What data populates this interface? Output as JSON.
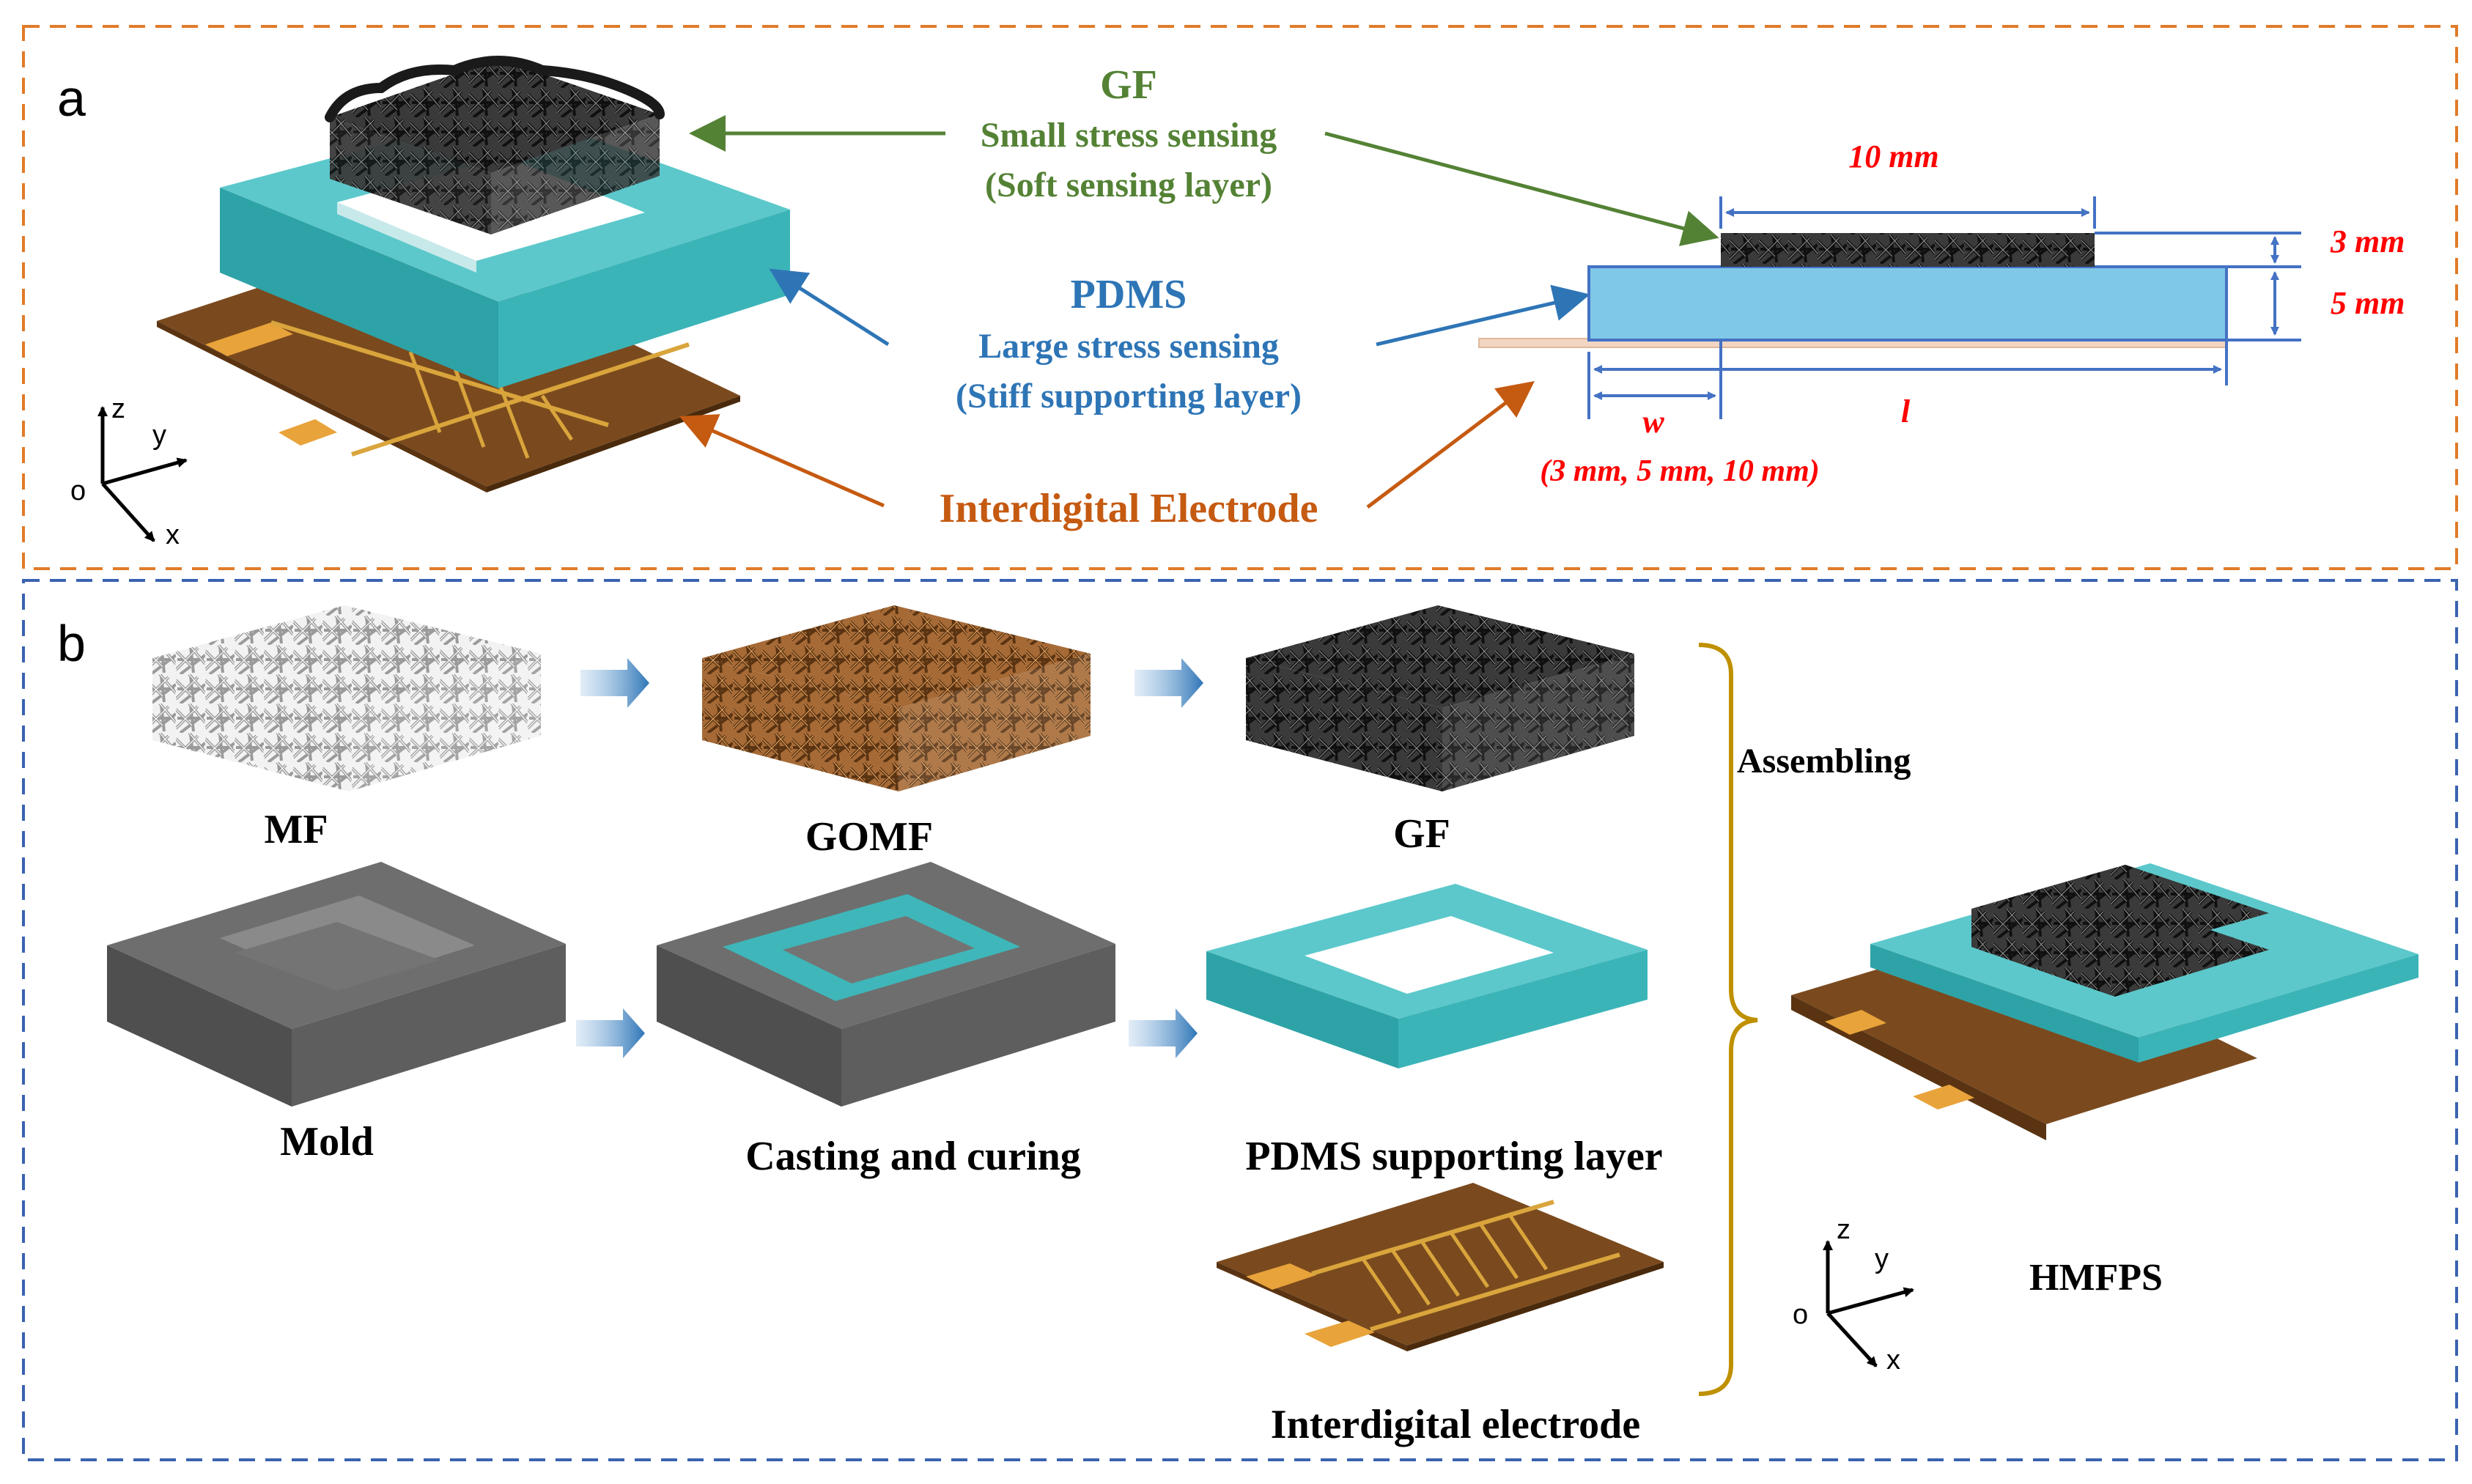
{
  "panel_a": {
    "letter": "a",
    "gf_title": "GF",
    "gf_line1": "Small stress sensing",
    "gf_line2": "(Soft sensing layer)",
    "pdms_title": "PDMS",
    "pdms_line1": "Large stress sensing",
    "pdms_line2": "(Stiff supporting layer)",
    "electrode_label": "Interdigital Electrode",
    "dim_top": "10 mm",
    "dim_gf": "3 mm",
    "dim_pdms": "5 mm",
    "dim_w": "w",
    "dim_l": "l",
    "dim_w_values": "(3 mm, 5 mm, 10 mm)",
    "axes": {
      "z": "z",
      "y": "y",
      "o": "o",
      "x": "x"
    }
  },
  "panel_b": {
    "letter": "b",
    "mf": "MF",
    "gomf": "GOMF",
    "gf": "GF",
    "mold": "Mold",
    "casting": "Casting and curing",
    "pdms_layer": "PDMS supporting layer",
    "electrode": "Interdigital electrode",
    "assembling": "Assembling",
    "hmfps": "HMFPS",
    "axes": {
      "z": "z",
      "y": "y",
      "o": "o",
      "x": "x"
    }
  },
  "colors": {
    "panel_a_border": "#e07b2a",
    "panel_b_border": "#3a63b0",
    "gf_green": "#548235",
    "pdms_blue": "#2e75b6",
    "electrode_orange": "#c55a11",
    "dimension_red": "#ff0000",
    "bracket_gold": "#bf9000",
    "pdms_teal": "#4fc1c4",
    "substrate_brown": "#7a4a1e",
    "foam_dark": "#2b2b2b",
    "foam_brown": "#8a5324",
    "foam_white": "#d9d9d9",
    "mold_grey": "#6b6b6b"
  }
}
